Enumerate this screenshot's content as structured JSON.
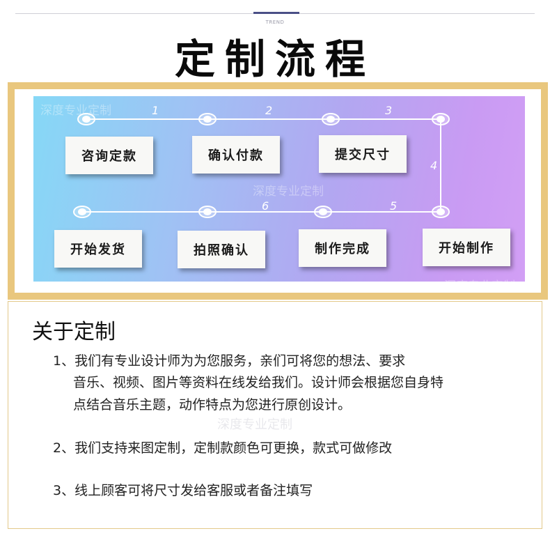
{
  "header": {
    "trend": "TREND",
    "title": "定制流程"
  },
  "process": {
    "watermark": "深度专业定制",
    "step_numbers": [
      "1",
      "2",
      "3",
      "4",
      "5",
      "6"
    ],
    "steps": [
      "咨询定款",
      "确认付款",
      "提交尺寸",
      "开始发货",
      "拍照确认",
      "制作完成",
      "开始制作"
    ],
    "colors": {
      "frame": "#e9c77e",
      "gradient_start": "#86d8f6",
      "gradient_end": "#d29ff5",
      "box": "#f8f8f6"
    }
  },
  "about": {
    "title": "关于定制",
    "item1_line1": "1、我们有专业设计师为为您服务，亲们可将您的想法、要求",
    "item1_line2": "音乐、视频、图片等资料在线发给我们。设计师会根据您自身特",
    "item1_line3": "点结合音乐主题，动作特点为您进行原创设计。",
    "item2": "2、我们支持来图定制，定制款颜色可更换，款式可做修改",
    "item3": "3、线上顾客可将尺寸发给客服或者备注填写",
    "watermark": "深度专业定制"
  }
}
